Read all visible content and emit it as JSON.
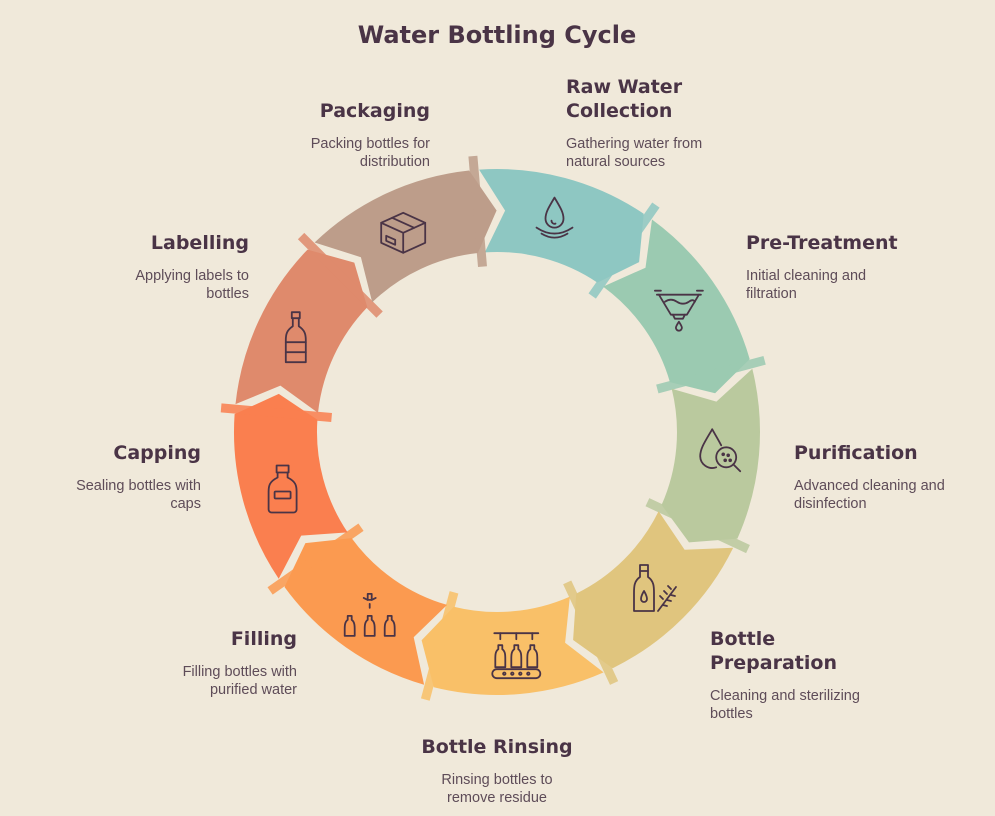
{
  "title": "Water Bottling Cycle",
  "steps": [
    {
      "title_lines": [
        "Raw Water",
        "Collection"
      ],
      "desc_lines": [
        "Gathering water from",
        "natural sources"
      ],
      "color": "#8ec7c2",
      "icon": "water-drop-icon"
    },
    {
      "title_lines": [
        "Pre-Treatment"
      ],
      "desc_lines": [
        "Initial cleaning and",
        "filtration"
      ],
      "color": "#9bcab1",
      "icon": "filter-icon"
    },
    {
      "title_lines": [
        "Purification"
      ],
      "desc_lines": [
        "Advanced cleaning and",
        "disinfection"
      ],
      "color": "#bac99e",
      "icon": "drop-magnifier-icon"
    },
    {
      "title_lines": [
        "Bottle",
        "Preparation"
      ],
      "desc_lines": [
        "Cleaning and sterilizing",
        "bottles"
      ],
      "color": "#e0c57e",
      "icon": "bottle-brush-icon"
    },
    {
      "title_lines": [
        "Bottle Rinsing"
      ],
      "desc_lines": [
        "Rinsing bottles to",
        "remove residue"
      ],
      "color": "#f9c068",
      "icon": "conveyor-bottles-icon"
    },
    {
      "title_lines": [
        "Filling"
      ],
      "desc_lines": [
        "Filling bottles with",
        "purified water"
      ],
      "color": "#fb9a50",
      "icon": "filling-nozzles-icon"
    },
    {
      "title_lines": [
        "Capping"
      ],
      "desc_lines": [
        "Sealing bottles with",
        "caps"
      ],
      "color": "#fa7f4f",
      "icon": "capped-bottle-icon"
    },
    {
      "title_lines": [
        "Labelling"
      ],
      "desc_lines": [
        "Applying labels to",
        "bottles"
      ],
      "color": "#df8a6c",
      "icon": "labelled-bottle-icon"
    },
    {
      "title_lines": [
        "Packaging"
      ],
      "desc_lines": [
        "Packing bottles for",
        "distribution"
      ],
      "color": "#bd9d8a",
      "icon": "box-icon"
    }
  ]
}
